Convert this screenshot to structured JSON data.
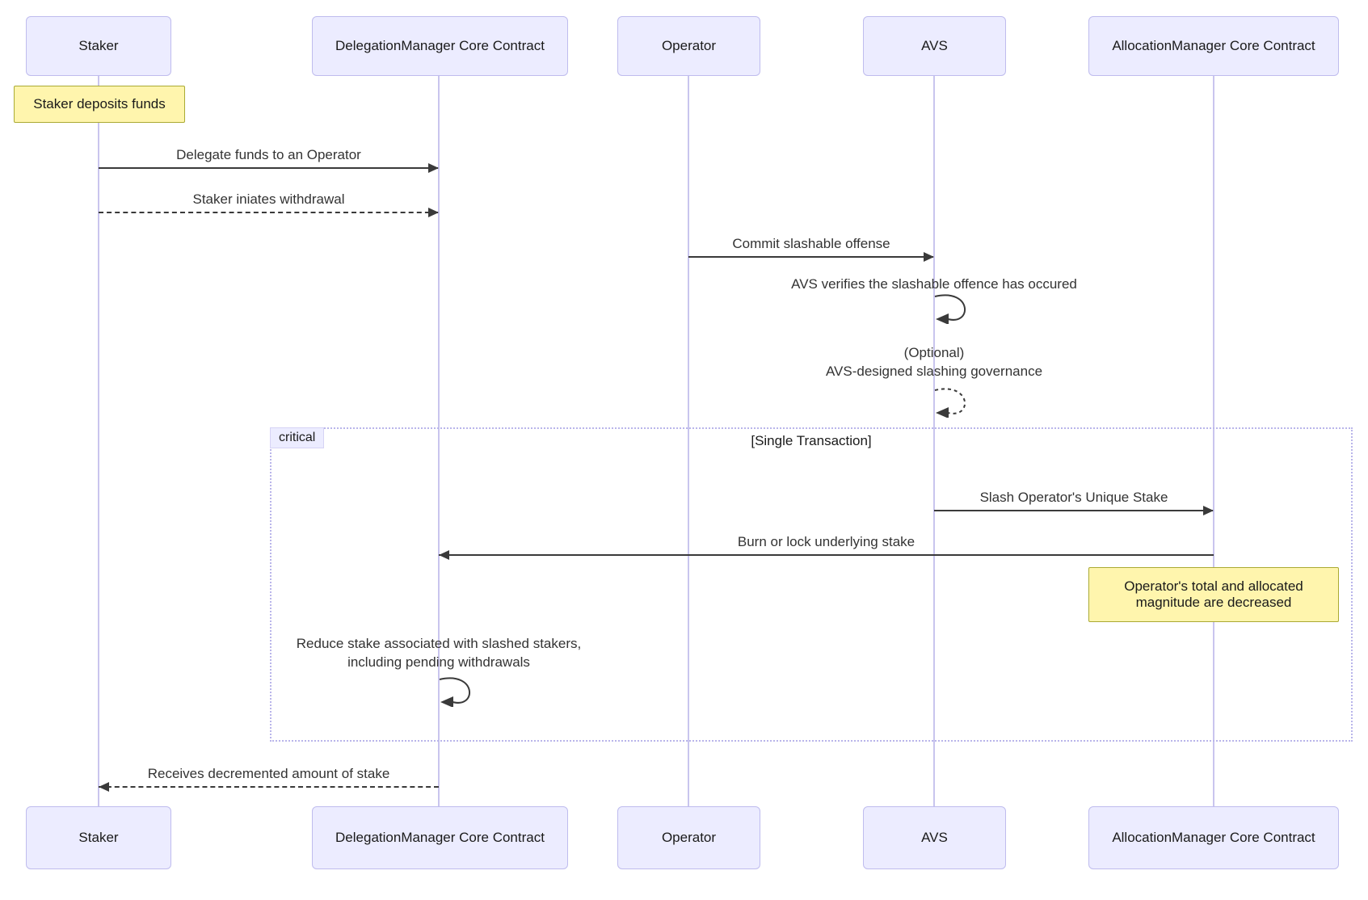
{
  "diagram": {
    "type": "sequence",
    "actors": [
      {
        "label": "Staker"
      },
      {
        "label": "DelegationManager Core Contract"
      },
      {
        "label": "Operator"
      },
      {
        "label": "AVS"
      },
      {
        "label": "AllocationManager Core Contract"
      }
    ],
    "notes": [
      {
        "text": "Staker deposits funds",
        "over": "Staker"
      },
      {
        "text": "Operator's total and allocated\nmagnitude are decreased",
        "over": "AllocationManager Core Contract"
      }
    ],
    "messages": [
      {
        "from": "Staker",
        "to": "DelegationManager Core Contract",
        "line": "solid",
        "text": "Delegate funds to an Operator"
      },
      {
        "from": "Staker",
        "to": "DelegationManager Core Contract",
        "line": "dashed",
        "text": "Staker iniates withdrawal"
      },
      {
        "from": "Operator",
        "to": "AVS",
        "line": "solid",
        "text": "Commit slashable offense"
      },
      {
        "from": "AVS",
        "to": "AVS",
        "line": "solid",
        "text": "AVS verifies the slashable offence has occured"
      },
      {
        "from": "AVS",
        "to": "AVS",
        "line": "dashed",
        "text": "(Optional)\nAVS-designed slashing governance"
      },
      {
        "from": "AVS",
        "to": "AllocationManager Core Contract",
        "line": "solid",
        "text": "Slash Operator's Unique Stake"
      },
      {
        "from": "AllocationManager Core Contract",
        "to": "DelegationManager Core Contract",
        "line": "solid",
        "text": "Burn or lock underlying stake"
      },
      {
        "from": "DelegationManager Core Contract",
        "to": "DelegationManager Core Contract",
        "line": "solid",
        "text": "Reduce stake associated with slashed stakers,\nincluding pending withdrawals"
      },
      {
        "from": "DelegationManager Core Contract",
        "to": "Staker",
        "line": "dashed",
        "text": "Receives decremented amount of stake"
      }
    ],
    "critical_block": {
      "keyword": "critical",
      "condition": "[Single Transaction]"
    },
    "colors": {
      "actor_fill": "#ECECFF",
      "actor_border": "#bfbcee",
      "lifeline": "#c9c5ee",
      "note_fill": "#fff5ad",
      "note_border": "#aaaa33",
      "arrow": "#3a3a3a",
      "text": "#333333",
      "critical_border": "#b9b5ea"
    }
  }
}
